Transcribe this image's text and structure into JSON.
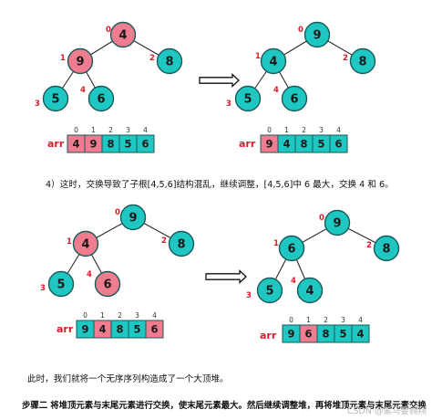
{
  "colors": {
    "teal": "#1fc7c2",
    "red": "#f07c90",
    "stroke": "#1a5a5a",
    "arr_label": "#e0182a",
    "index_label": "#e0182a"
  },
  "arr_label": "arr",
  "panels": [
    {
      "nodes": [
        {
          "value": "4",
          "index": "0",
          "color": "red"
        },
        {
          "value": "9",
          "index": "1",
          "color": "red"
        },
        {
          "value": "8",
          "index": "2",
          "color": "teal"
        },
        {
          "value": "5",
          "index": "3",
          "color": "teal"
        },
        {
          "value": "6",
          "index": "4",
          "color": "teal"
        }
      ],
      "array": {
        "indices": [
          "0",
          "1",
          "2",
          "3",
          "4"
        ],
        "values": [
          "4",
          "9",
          "8",
          "5",
          "6"
        ],
        "colors": [
          "red",
          "red",
          "teal",
          "teal",
          "teal"
        ]
      }
    },
    {
      "nodes": [
        {
          "value": "9",
          "index": "0",
          "color": "teal"
        },
        {
          "value": "4",
          "index": "1",
          "color": "teal"
        },
        {
          "value": "8",
          "index": "2",
          "color": "teal"
        },
        {
          "value": "5",
          "index": "3",
          "color": "teal"
        },
        {
          "value": "6",
          "index": "4",
          "color": "teal"
        }
      ],
      "array": {
        "indices": [
          "0",
          "1",
          "2",
          "3",
          "4"
        ],
        "values": [
          "9",
          "4",
          "8",
          "5",
          "6"
        ],
        "colors": [
          "red",
          "teal",
          "teal",
          "teal",
          "teal"
        ]
      }
    },
    {
      "nodes": [
        {
          "value": "9",
          "index": "0",
          "color": "teal"
        },
        {
          "value": "4",
          "index": "1",
          "color": "red"
        },
        {
          "value": "8",
          "index": "2",
          "color": "teal"
        },
        {
          "value": "5",
          "index": "3",
          "color": "teal"
        },
        {
          "value": "6",
          "index": "4",
          "color": "red"
        }
      ],
      "array": {
        "indices": [
          "0",
          "1",
          "2",
          "3",
          "4"
        ],
        "values": [
          "9",
          "4",
          "8",
          "5",
          "6"
        ],
        "colors": [
          "teal",
          "red",
          "teal",
          "teal",
          "red"
        ]
      }
    },
    {
      "nodes": [
        {
          "value": "9",
          "index": "0",
          "color": "teal"
        },
        {
          "value": "6",
          "index": "1",
          "color": "teal"
        },
        {
          "value": "8",
          "index": "2",
          "color": "teal"
        },
        {
          "value": "5",
          "index": "3",
          "color": "teal"
        },
        {
          "value": "4",
          "index": "4",
          "color": "teal"
        }
      ],
      "array": {
        "indices": [
          "0",
          "1",
          "2",
          "3",
          "4"
        ],
        "values": [
          "9",
          "6",
          "8",
          "5",
          "4"
        ],
        "colors": [
          "teal",
          "red",
          "teal",
          "teal",
          "teal"
        ]
      }
    }
  ],
  "captions": {
    "step4": "4）这时，交换导致了子根[4,5,6]结构混乱，继续调整，[4,5,6]中 6 最大，交换 4 和 6。",
    "done": "此时，我们就将一个无序序列构造成了一个大顶堆。",
    "step2_label": "步骤二",
    "step2_text": "将堆顶元素与末尾元素进行交换，使末尾元素最大。然后继续调整堆，再将堆顶元素与末尾元素交换"
  },
  "watermark": "CSDN @紫马要翱翔"
}
